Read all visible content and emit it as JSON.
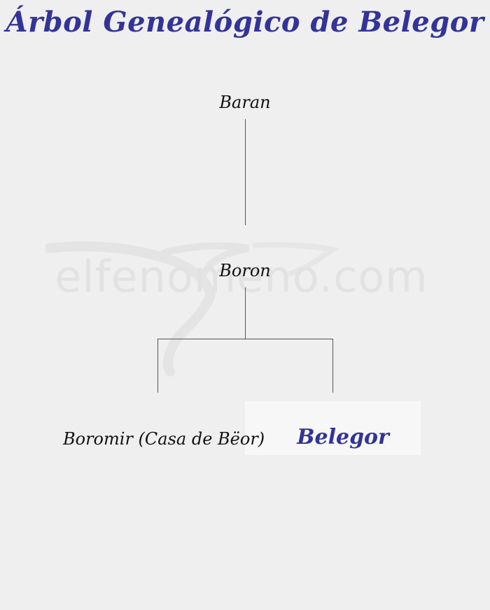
{
  "title": "Árbol Genealógico de Belegor",
  "watermark": "elfenomeno.com",
  "tree": {
    "gen1": "Baran",
    "gen2": "Boron",
    "children": {
      "left": "Boromir (Casa de Bëor)",
      "right": "Belegor"
    }
  },
  "colors": {
    "accent": "#333399",
    "background": "#efefef",
    "line": "#555555"
  }
}
